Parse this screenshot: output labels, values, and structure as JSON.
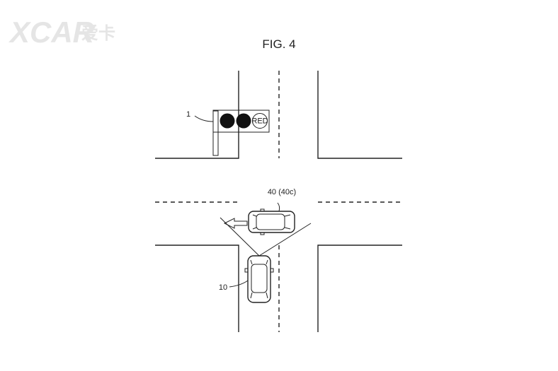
{
  "watermark": {
    "brand": "XCAR",
    "text": "爱卡"
  },
  "figure": {
    "title": "FIG. 4",
    "signal": {
      "label": "1",
      "lamp_text": "RED"
    },
    "other_vehicle": {
      "label": "40 (40c)"
    },
    "own_vehicle": {
      "label": "10"
    }
  }
}
